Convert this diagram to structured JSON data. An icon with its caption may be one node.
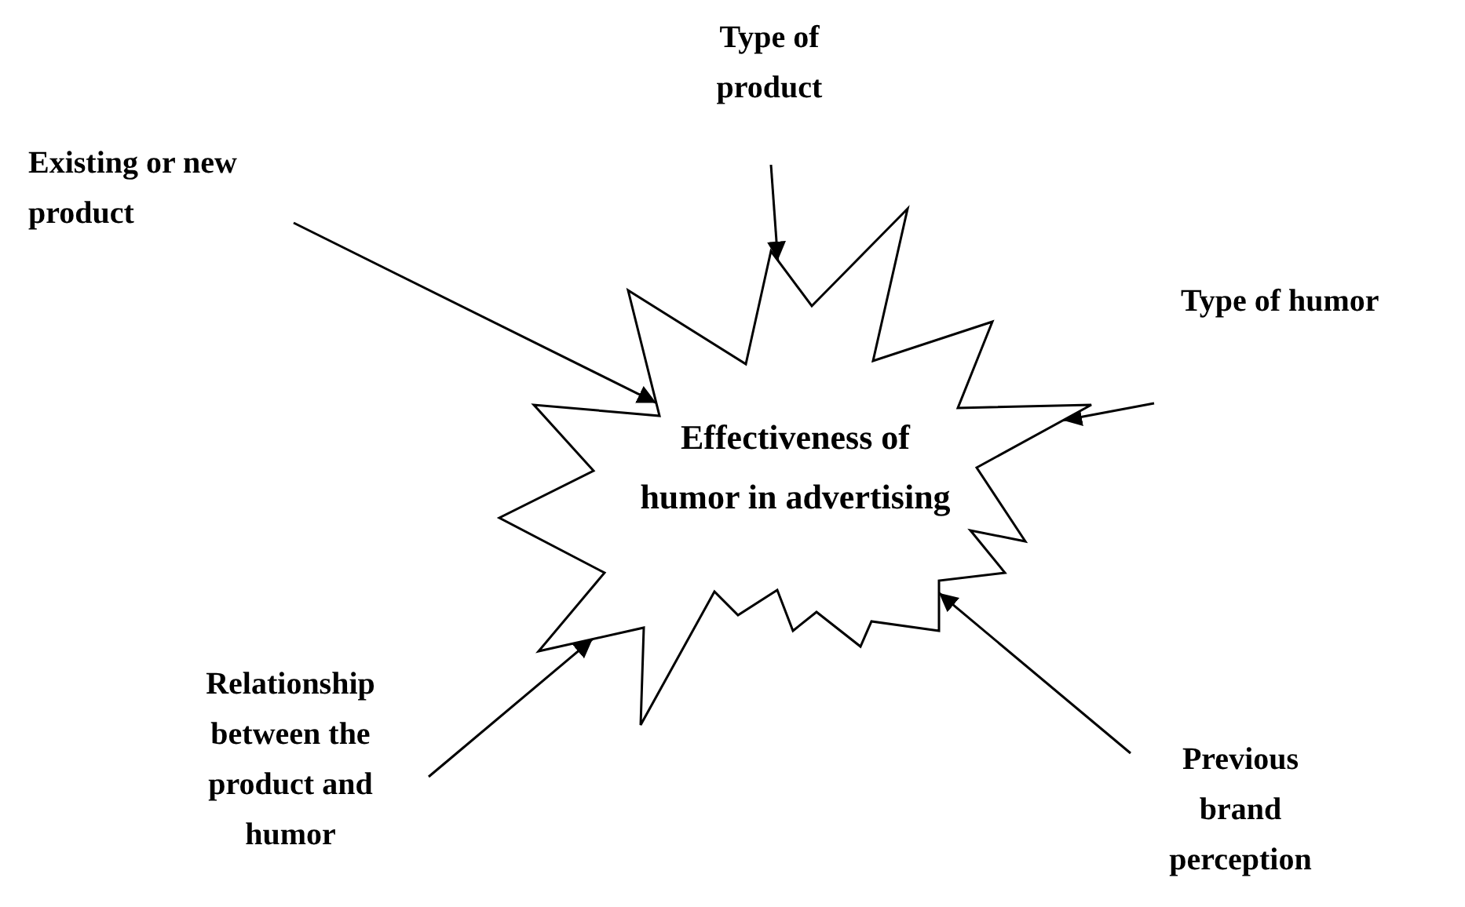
{
  "diagram": {
    "nodes": [
      {
        "text": [
          "Type of product"
        ]
      },
      {
        "text": [
          "Existing or new product"
        ]
      },
      {
        "text": [
          "Type of humor"
        ]
      },
      {
        "text": [
          "Effectiveness of humor in advertising"
        ]
      },
      {
        "text": [
          "Relationship between the product and humor"
        ]
      },
      {
        "text": [
          "Previous brand perception"
        ]
      }
    ],
    "edges": [
      {
        "from": 0,
        "to": 3,
        "arrow": "to"
      },
      {
        "from": 1,
        "to": 3,
        "arrow": "to"
      },
      {
        "from": 2,
        "to": 3,
        "arrow": "to"
      },
      {
        "from": 4,
        "to": 3,
        "arrow": "to"
      },
      {
        "from": 5,
        "to": 3,
        "arrow": "to"
      }
    ]
  }
}
